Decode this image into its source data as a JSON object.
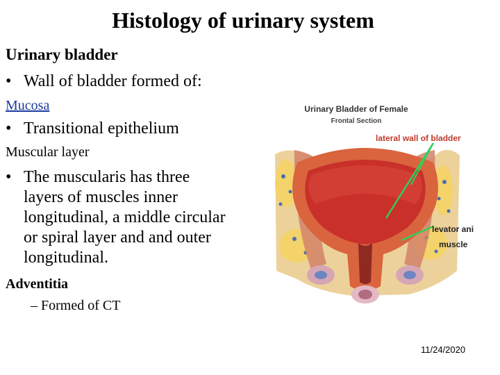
{
  "slide": {
    "title": "Histology of urinary system",
    "heading": "Urinary bladder",
    "bullet_wall": "Wall of bladder formed of:",
    "mucosa_label": "Mucosa",
    "bullet_epithelium": "Transitional epithelium",
    "muscular_label_strong": "Muscular",
    "muscular_label_rest": " layer",
    "bullet_muscularis_lines": [
      "The muscularis has three",
      "layers of muscles inner",
      "longitudinal, a middle circular",
      "or spiral layer and and outer",
      "longitudinal."
    ],
    "adventitia_label": "Adventitia",
    "adventitia_sub": "– Formed of CT",
    "date": "11/24/2020"
  },
  "figure": {
    "title_line1": "Urinary Bladder of Female",
    "title_line2": "Frontal Section",
    "label_lateral_wall": "lateral wall of bladder",
    "label_levator_1": "levator ani",
    "label_levator_2": "muscle",
    "colors": {
      "lumen": "#c9302a",
      "wall": "#d9643e",
      "fat": "#f3d36a",
      "annotation": "#2fd05a"
    }
  }
}
